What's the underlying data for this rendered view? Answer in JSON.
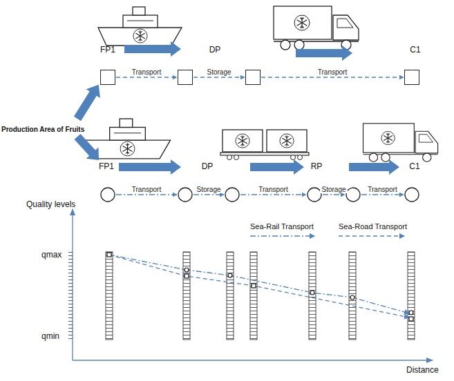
{
  "diagram": {
    "nodes": [
      {
        "text": [
          "FP1"
        ]
      },
      {
        "text": [
          "DP"
        ]
      },
      {
        "text": []
      },
      {
        "text": [
          "C1"
        ]
      },
      {
        "text": [
          "FP1"
        ]
      },
      {
        "text": [
          "DP"
        ]
      },
      {
        "text": []
      },
      {
        "text": [
          "RP"
        ]
      },
      {
        "text": []
      },
      {
        "text": [
          "C1"
        ]
      }
    ],
    "edges": [
      {
        "from": 0,
        "to": 1,
        "label": "Transport",
        "arrow": "to"
      },
      {
        "from": 1,
        "to": 2,
        "label": "Storage",
        "arrow": "to"
      },
      {
        "from": 2,
        "to": 3,
        "label": "Transport",
        "arrow": "to"
      },
      {
        "from": 4,
        "to": 5,
        "label": "Transport",
        "arrow": "to"
      },
      {
        "from": 5,
        "to": 6,
        "label": "Storage",
        "arrow": "to"
      },
      {
        "from": 6,
        "to": 7,
        "label": "Transport",
        "arrow": "to"
      },
      {
        "from": 7,
        "to": 8,
        "label": "Storage",
        "arrow": "to"
      },
      {
        "from": 8,
        "to": 9,
        "label": "Transport",
        "arrow": "to"
      }
    ],
    "labels": [
      "Production Area of Fruits",
      "Quality levels",
      "qmax",
      "qmin",
      "Distance"
    ],
    "legend": [
      {
        "text": "Sea-Rail Transport"
      },
      {
        "text": "Sea-Road Transport"
      }
    ]
  }
}
